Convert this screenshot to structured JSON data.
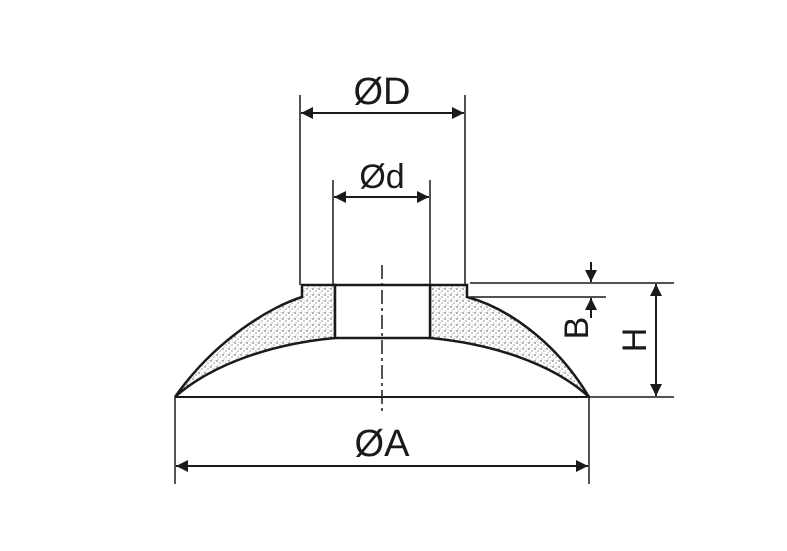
{
  "labels": {
    "outer_diameter": "ØA",
    "bore_diameter": "Ød",
    "hub_diameter": "ØD",
    "rim_thickness": "B",
    "height": "H"
  }
}
